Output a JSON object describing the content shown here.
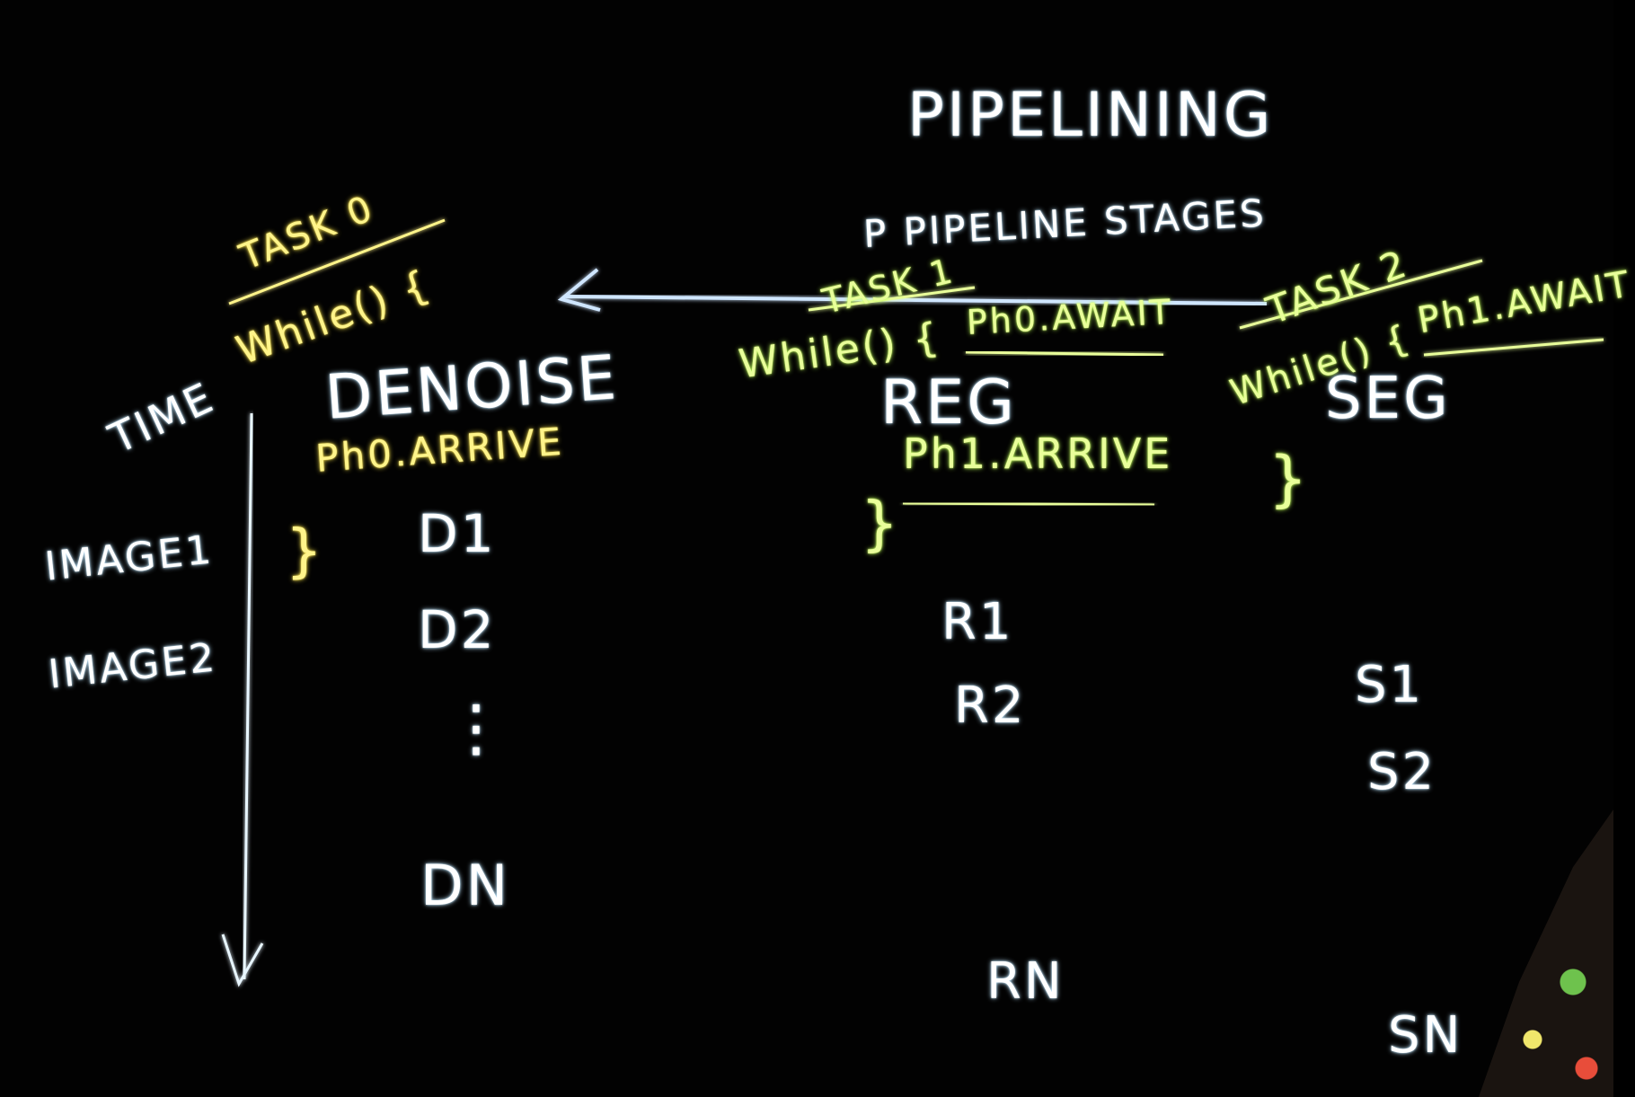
{
  "title": "PIPELINING",
  "subtitle": "P PIPELINE STAGES",
  "time_label": "TIME",
  "images": [
    "IMAGE1",
    "IMAGE2"
  ],
  "tasks": [
    {
      "name": "TASK 0",
      "loop": "While() {",
      "stage": "DENOISE",
      "await": "",
      "arrive": "Ph0.ARRIVE",
      "close": "}",
      "outputs": [
        "D1",
        "D2",
        "⋮",
        "DN"
      ]
    },
    {
      "name": "TASK 1",
      "loop": "While() {",
      "stage": "REG",
      "await": "Ph0.AWAIT",
      "arrive": "Ph1.ARRIVE",
      "close": "}",
      "outputs": [
        "R1",
        "R2",
        "RN"
      ]
    },
    {
      "name": "TASK 2",
      "loop": "While() {",
      "stage": "SEG",
      "await": "Ph1.AWAIT",
      "arrive": "",
      "close": "}",
      "outputs": [
        "S1",
        "S2",
        "SN"
      ]
    }
  ],
  "colors": {
    "chalk_white": "#ffffff",
    "chalk_green": "#e9ff9a",
    "chalk_yellow": "#fff48a",
    "arrow": "#cfe6ff"
  }
}
